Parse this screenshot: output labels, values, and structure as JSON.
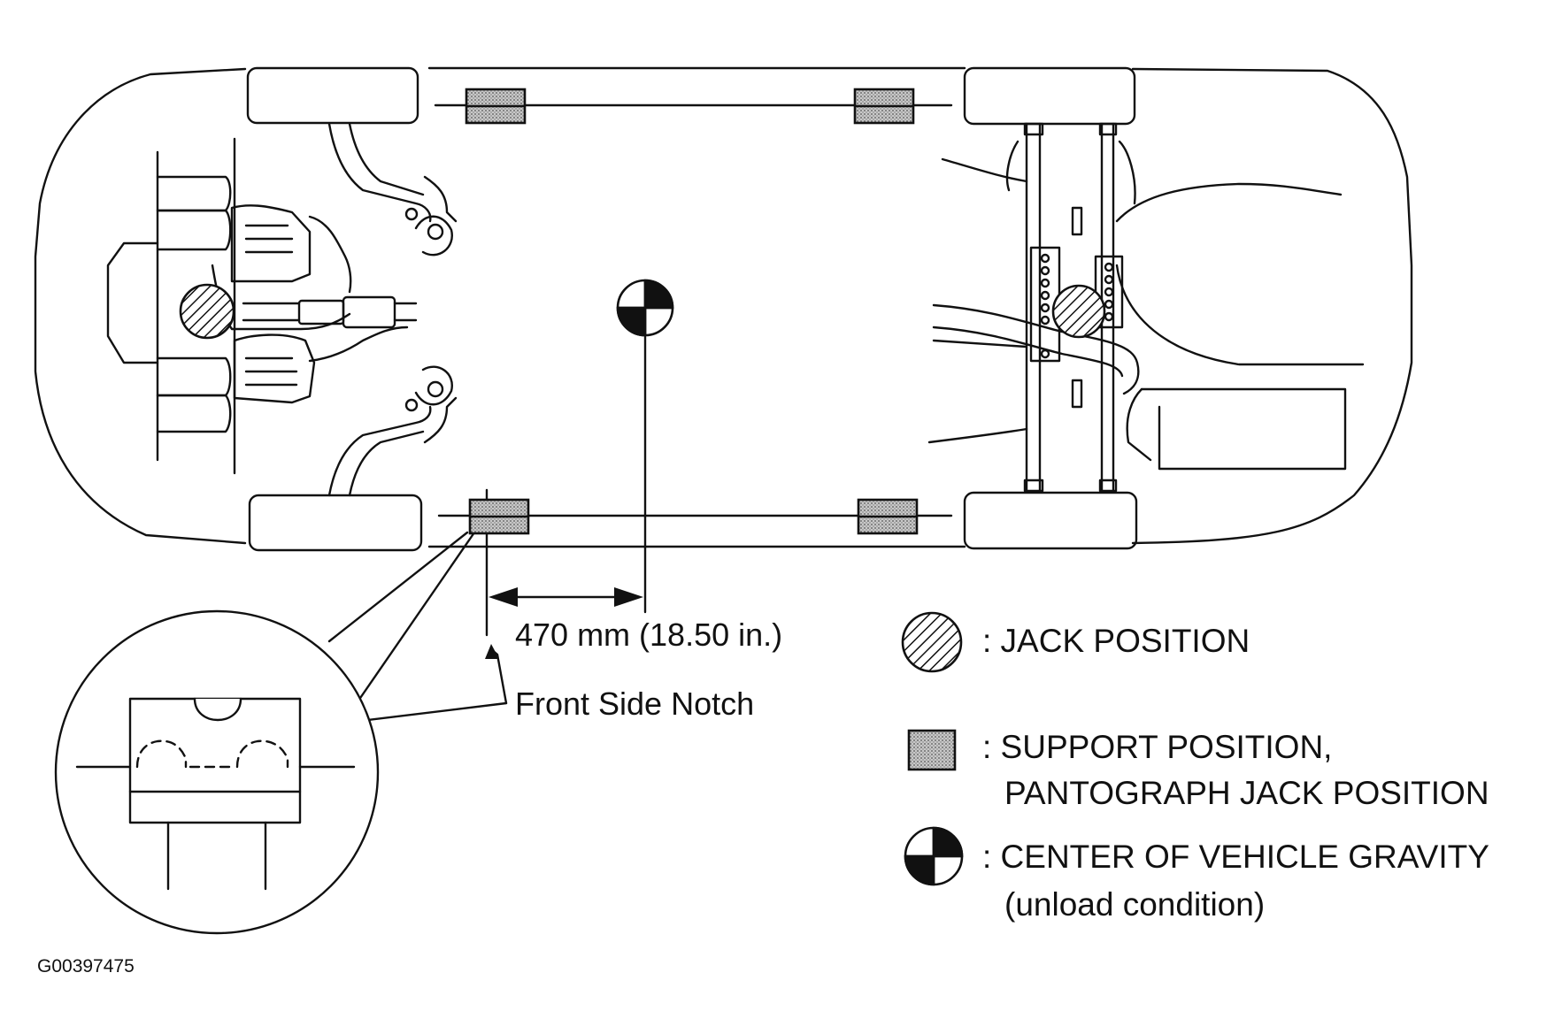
{
  "dimension": {
    "value_label": "470 mm (18.50 in.)",
    "notch_label": "Front Side Notch"
  },
  "legend": {
    "jack": {
      "symbol": "jack-position-symbol",
      "label": ": JACK POSITION"
    },
    "support": {
      "symbol": "support-position-symbol",
      "line1": ": SUPPORT POSITION,",
      "line2": "PANTOGRAPH JACK POSITION"
    },
    "gravity": {
      "symbol": "center-of-gravity-symbol",
      "line1": ": CENTER OF VEHICLE GRAVITY",
      "line2": "(unload condition)"
    }
  },
  "figure_id": "G00397475",
  "colors": {
    "ink": "#111111",
    "support_fill": "#9a9a9a",
    "background": "#ffffff"
  }
}
